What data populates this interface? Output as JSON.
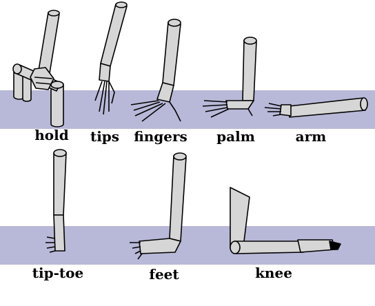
{
  "colors": {
    "band": "#b8b8d8",
    "limb": "#d6d6d6",
    "stroke": "#000000"
  },
  "labels": {
    "hold": "hold",
    "tips": "tips",
    "fingers": "fingers",
    "palm": "palm",
    "arm": "arm",
    "tiptoe": "tip-toe",
    "feet": "feet",
    "knee": "knee"
  }
}
